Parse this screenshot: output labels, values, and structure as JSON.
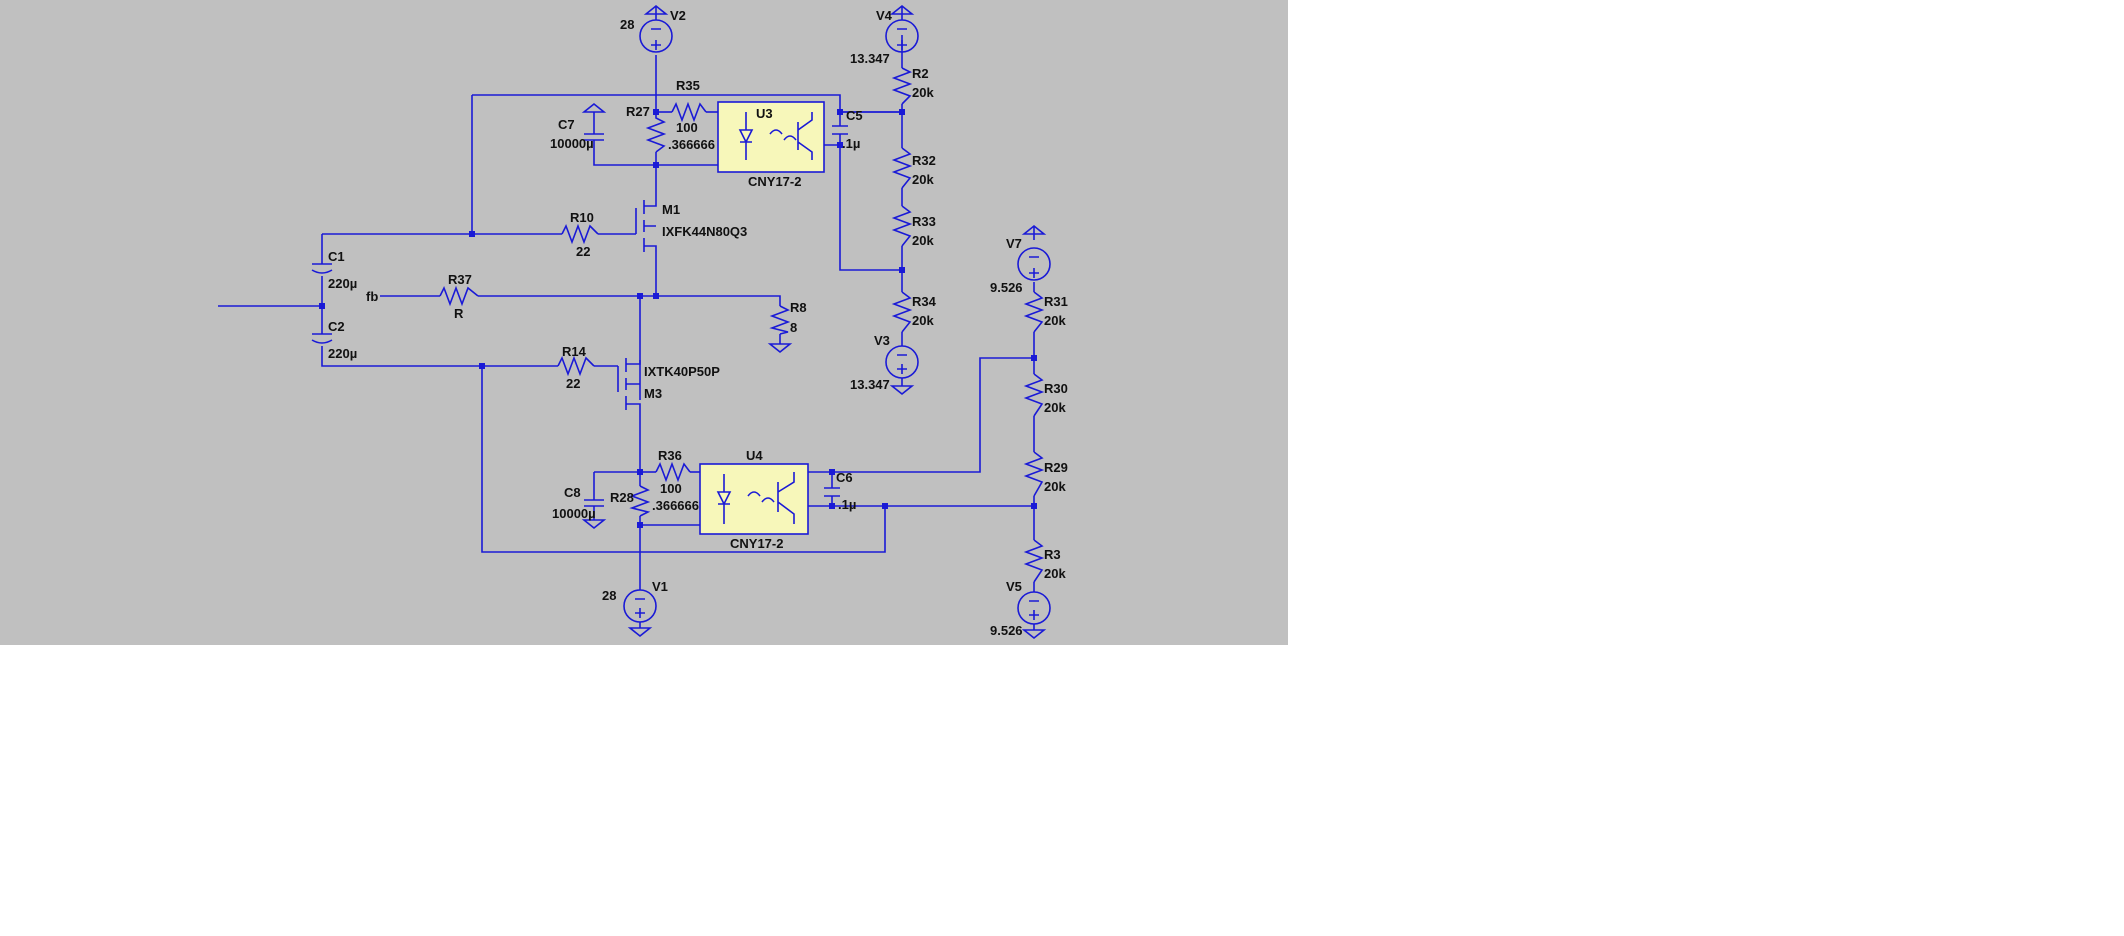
{
  "colors": {
    "sheet": "#c0c0c0",
    "canvas": "#ffffff",
    "wire": "#1a1ad6",
    "package_fill": "#f7f7ba",
    "text": "#111111"
  },
  "components": {
    "V2": {
      "name": "V2",
      "value": "28"
    },
    "V4": {
      "name": "V4",
      "value": "13.347"
    },
    "V3": {
      "name": "V3",
      "value": "13.347"
    },
    "V7": {
      "name": "V7",
      "value": "9.526"
    },
    "V1": {
      "name": "V1",
      "value": "28"
    },
    "V5": {
      "name": "V5",
      "value": "9.526"
    },
    "R35": {
      "name": "R35",
      "value": "100"
    },
    "R27": {
      "name": "R27",
      "value": ".366666"
    },
    "R2": {
      "name": "R2",
      "value": "20k"
    },
    "R32": {
      "name": "R32",
      "value": "20k"
    },
    "R33": {
      "name": "R33",
      "value": "20k"
    },
    "R34": {
      "name": "R34",
      "value": "20k"
    },
    "R31": {
      "name": "R31",
      "value": "20k"
    },
    "R30": {
      "name": "R30",
      "value": "20k"
    },
    "R29": {
      "name": "R29",
      "value": "20k"
    },
    "R3": {
      "name": "R3",
      "value": "20k"
    },
    "R10": {
      "name": "R10",
      "value": "22"
    },
    "R14": {
      "name": "R14",
      "value": "22"
    },
    "R37": {
      "name": "R37",
      "value": "R"
    },
    "R8": {
      "name": "R8",
      "value": "8"
    },
    "R36": {
      "name": "R36",
      "value": "100"
    },
    "R28": {
      "name": "R28",
      "value": ".366666"
    },
    "C7": {
      "name": "C7",
      "value": "10000µ"
    },
    "C8": {
      "name": "C8",
      "value": "10000µ"
    },
    "C5": {
      "name": "C5",
      "value": ".1µ"
    },
    "C6": {
      "name": "C6",
      "value": ".1µ"
    },
    "C1": {
      "name": "C1",
      "value": "220µ"
    },
    "C2": {
      "name": "C2",
      "value": "220µ"
    },
    "U3": {
      "name": "U3",
      "value": "CNY17-2"
    },
    "U4": {
      "name": "U4",
      "value": "CNY17-2"
    },
    "M1": {
      "name": "M1",
      "value": "IXFK44N80Q3"
    },
    "M3": {
      "name": "M3",
      "value": "IXTK40P50P"
    }
  },
  "net_labels": {
    "fb": "fb"
  }
}
